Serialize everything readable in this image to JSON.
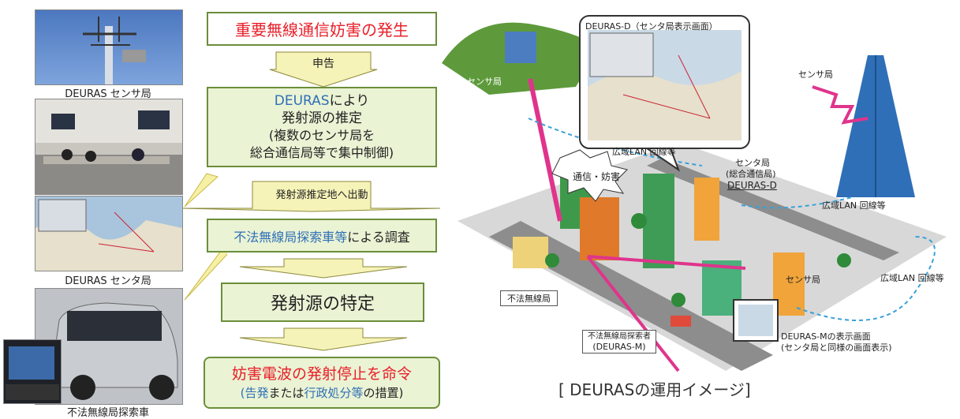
{
  "photos": {
    "sensor_caption": "DEURAS センサ局",
    "center_caption": "DEURAS センタ局",
    "vehicle_caption": "不法無線局探索車"
  },
  "flow": {
    "box1": "重要無線通信妨害の発生",
    "arrow1": "申告",
    "box2_line1_blue": "DEURAS",
    "box2_line1_rest": "により",
    "box2_line2": "発射源の推定",
    "box2_line3": "(複数のセンサ局を",
    "box2_line4": "総合通信局等で集中制御)",
    "arrow2": "発射源推定地へ出動",
    "box3_blue": "不法無線局探索車等",
    "box3_rest": "による調査",
    "box4": "発射源の特定",
    "box5_line1": "妨害電波の発射停止を命令",
    "box5_l2_open": "(",
    "box5_l2_blue1": "告発",
    "box5_l2_mid": "または",
    "box5_l2_blue2": "行政処分等",
    "box5_l2_end": "の措置)"
  },
  "illustration": {
    "callout_title": "DEURAS-D（センタ局表示画面）",
    "sensor_left": "センサ局",
    "sensor_top_right": "センサ局",
    "sensor_mid": "センサ局",
    "wan1": "広域LAN 回線等",
    "wan2": "広域LAN 回線等",
    "wan3": "広域LAN 回線等",
    "interference": "通信・妨害",
    "center_station_1": "センタ局",
    "center_station_2": "(総合通信局)",
    "center_station_3": "DEURAS-D",
    "illegal_station": "不法無線局",
    "searcher_1": "不法無線局探索者",
    "searcher_2": "(DEURAS-M)",
    "m_display_1": "DEURAS-Mの表示画面",
    "m_display_2": "(センタ局と同様の画面表示)",
    "caption": "[ DEURASの運用イメージ]"
  },
  "colors": {
    "red": "#e8202a",
    "blue": "#2f6fb7",
    "green_border": "#6b8e3a",
    "green_fill": "#eaf3d4",
    "arrow_fill": "#f6f3b8",
    "pink": "#e0348c"
  }
}
